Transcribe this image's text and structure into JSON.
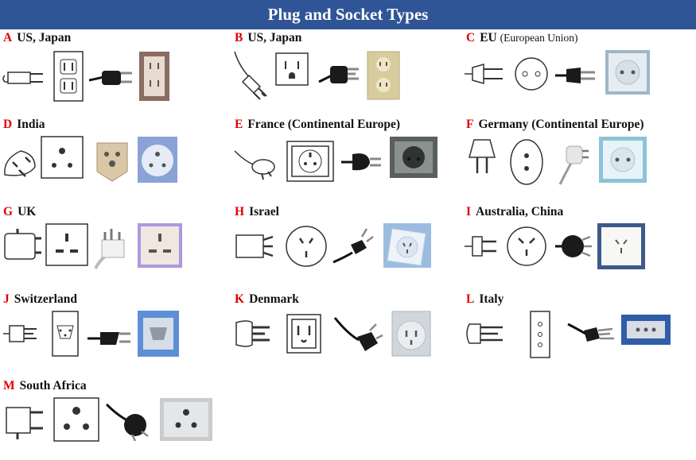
{
  "title": "Plug and Socket Types",
  "types": [
    {
      "letter": "A",
      "name": "US, Japan"
    },
    {
      "letter": "B",
      "name": "US, Japan"
    },
    {
      "letter": "C",
      "name": "EU",
      "name_note": "(European Union)"
    },
    {
      "letter": "D",
      "name": "India"
    },
    {
      "letter": "E",
      "name": "France (Continental Europe)"
    },
    {
      "letter": "F",
      "name": "Germany (Continental Europe)"
    },
    {
      "letter": "G",
      "name": "UK"
    },
    {
      "letter": "H",
      "name": "Israel"
    },
    {
      "letter": "I",
      "name": "Australia, China"
    },
    {
      "letter": "J",
      "name": "Switzerland"
    },
    {
      "letter": "K",
      "name": "Denmark"
    },
    {
      "letter": "L",
      "name": "Italy"
    },
    {
      "letter": "M",
      "name": "South Africa"
    }
  ]
}
